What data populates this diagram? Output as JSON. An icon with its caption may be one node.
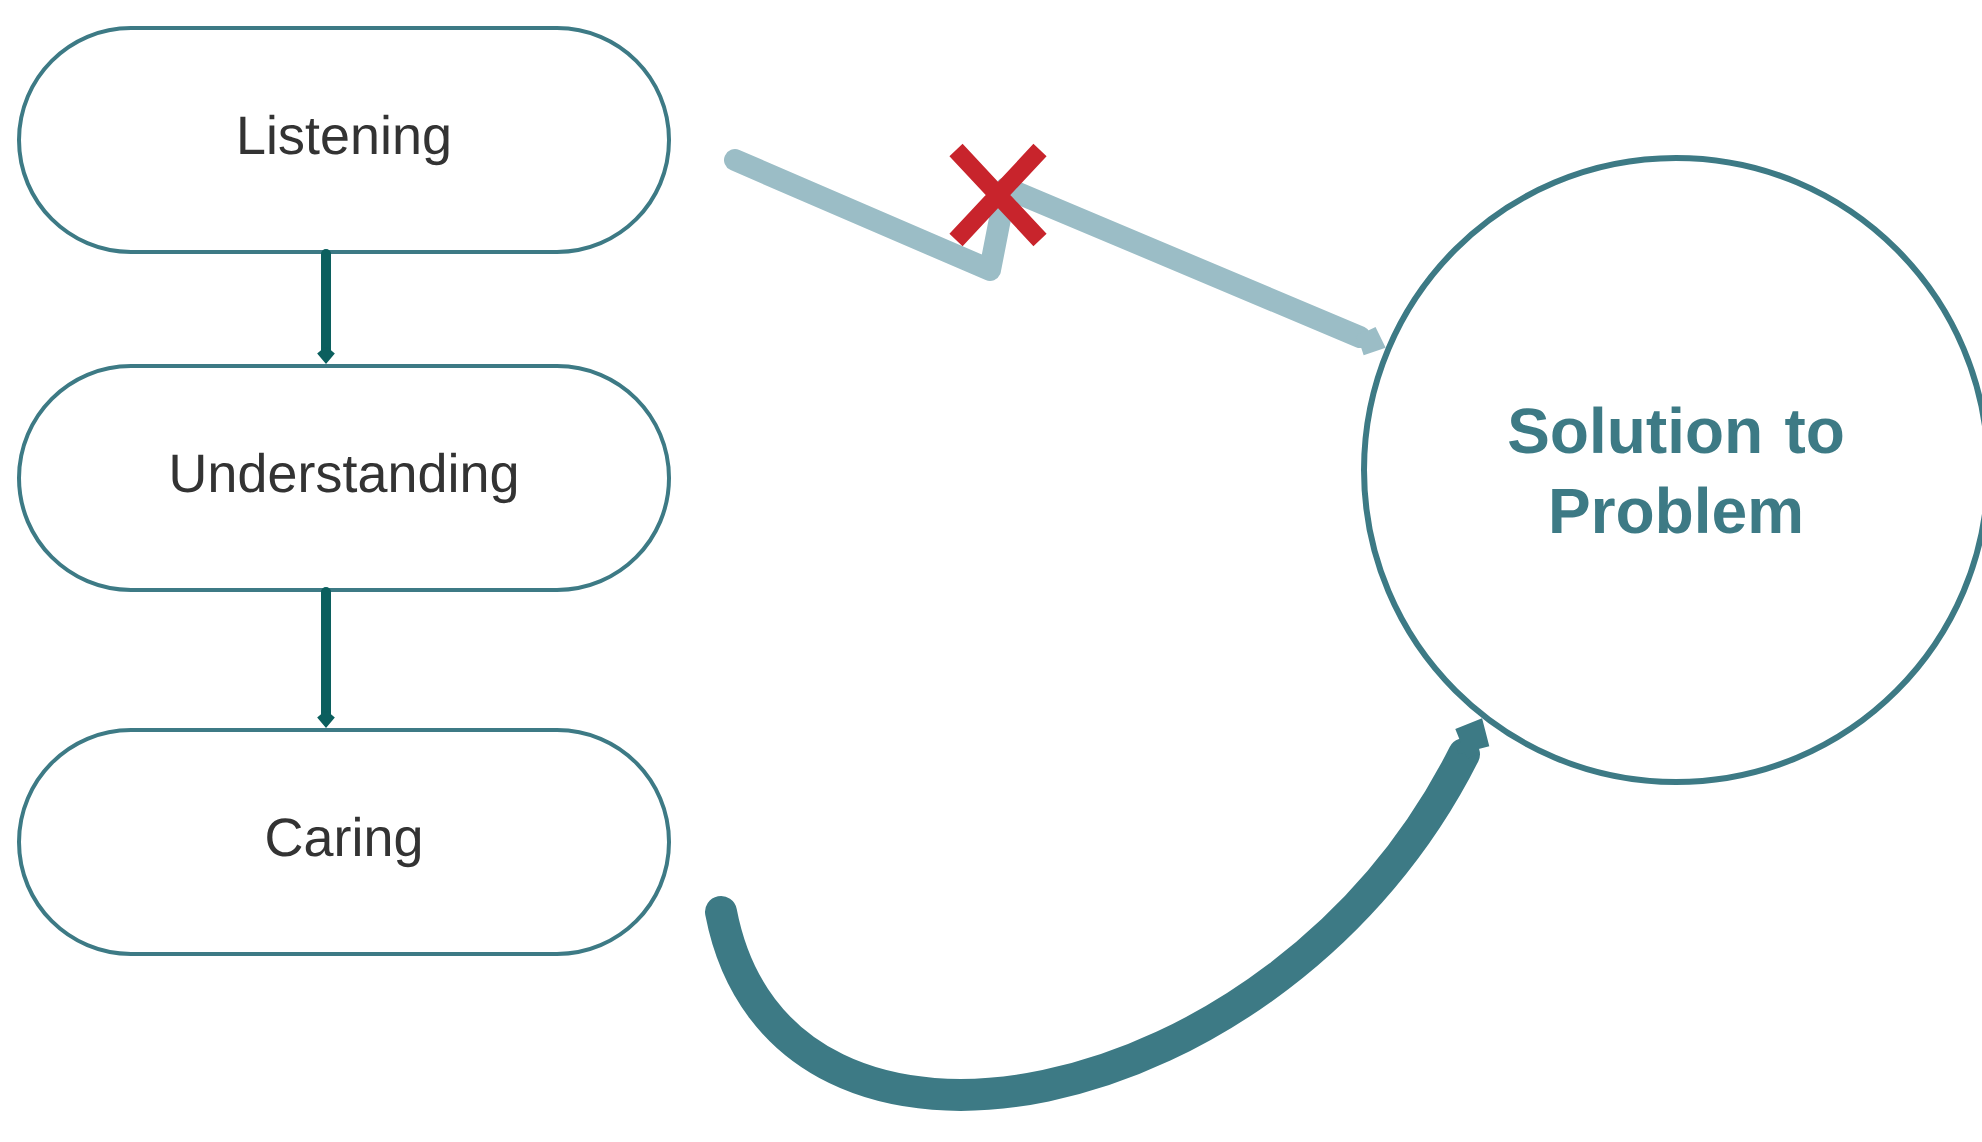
{
  "diagram": {
    "nodes": [
      {
        "text": [
          "Listening"
        ]
      },
      {
        "text": [
          "Understanding"
        ]
      },
      {
        "text": [
          "Caring"
        ]
      },
      {
        "text": [
          "Solution to Problem"
        ]
      }
    ],
    "edges": [
      {
        "from": 0,
        "to": 1,
        "arrow": "to",
        "color": "#0b5f5e"
      },
      {
        "from": 1,
        "to": 2,
        "arrow": "to",
        "color": "#0b5f5e"
      },
      {
        "from": 0,
        "to": 3,
        "arrow": "to",
        "style": "thick",
        "color": "#9bbdc6"
      },
      {
        "from": 2,
        "to": 3,
        "arrow": "to",
        "style": "thick",
        "color": "#3d7a85"
      }
    ]
  }
}
